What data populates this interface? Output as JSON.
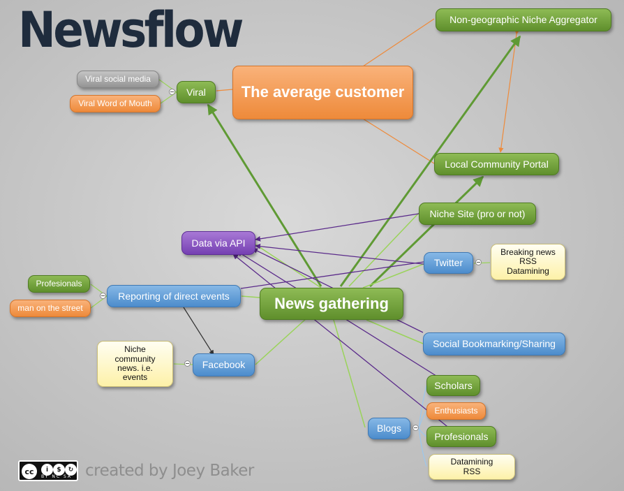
{
  "title": "Newsflow",
  "nodes": {
    "central": "News gathering",
    "average_customer": "The average customer",
    "viral": "Viral",
    "viral_social_media": "Viral social media",
    "viral_word_of_mouth": "Viral Word of Mouth",
    "non_geo_aggregator": "Non-geographic Niche Aggregator",
    "local_portal": "Local Community Portal",
    "niche_site": "Niche Site (pro or not)",
    "data_api": "Data via API",
    "twitter": "Twitter",
    "twitter_note": "Breaking news RSS Datamining",
    "reporting": "Reporting of direct events",
    "profesionals_left": "Profesionals",
    "man_on_street": "man on the street",
    "facebook": "Facebook",
    "facebook_note": "Niche community news. i.e. events",
    "social_bookmarking": "Social Bookmarking/Sharing",
    "blogs": "Blogs",
    "scholars": "Scholars",
    "enthusiasts": "Enthusiasts",
    "profesionals_right": "Profesionals",
    "blogs_note": "Datamining RSS"
  },
  "credit": {
    "license_labels": "BY NC SA",
    "text": "created by Joey Baker"
  },
  "colors": {
    "green": "#6e9e39",
    "blue": "#5b98d2",
    "orange": "#f0944a",
    "grey": "#a6a6a6",
    "purple": "#8552c0",
    "note": "#fdf3b4",
    "title": "#1f2c3d"
  }
}
